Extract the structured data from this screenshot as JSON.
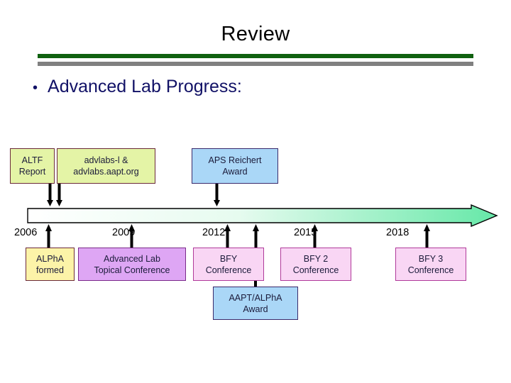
{
  "slide": {
    "title": "Review",
    "bullet_marker": "•",
    "bullet_text": "Advanced Lab Progress:"
  },
  "colors": {
    "divider_green": "#106110",
    "divider_gray": "#808080",
    "bullet_text": "#111166",
    "timeline_start": "#ffffff",
    "timeline_end": "#66e8a8",
    "box_yellow_green_fill": "#e4f4a6",
    "box_yellow_green_border": "#6b2a3a",
    "box_blue_fill": "#aad7f7",
    "box_blue_border": "#3a2a6b",
    "box_yellow_fill": "#fcf3a8",
    "box_yellow_border": "#6b2a3a",
    "box_violet_fill": "#dea6f4",
    "box_violet_border": "#7a2a8a",
    "box_pink_fill": "#f9d6f4",
    "box_pink_border": "#b03a9a"
  },
  "timeline": {
    "years": [
      {
        "label": "2006"
      },
      {
        "label": "2009"
      },
      {
        "label": "2012"
      },
      {
        "label": "2015"
      },
      {
        "label": "2018"
      }
    ]
  },
  "boxes_above": [
    {
      "label": "ALTF\nReport",
      "style": "yellow-green"
    },
    {
      "label": "advlabs-l &\nadvlabs.aapt.org",
      "style": "yellow-green"
    },
    {
      "label": "APS Reichert\nAward",
      "style": "blue"
    }
  ],
  "boxes_below": [
    {
      "label": "ALPhA\nformed",
      "style": "yellow"
    },
    {
      "label": "Advanced Lab\nTopical Conference",
      "style": "violet"
    },
    {
      "label": "BFY\nConference",
      "style": "pink"
    },
    {
      "label": "BFY 2\nConference",
      "style": "pink"
    },
    {
      "label": "BFY 3\nConference",
      "style": "pink"
    },
    {
      "label": "AAPT/ALPhA\nAward",
      "style": "blue"
    }
  ]
}
